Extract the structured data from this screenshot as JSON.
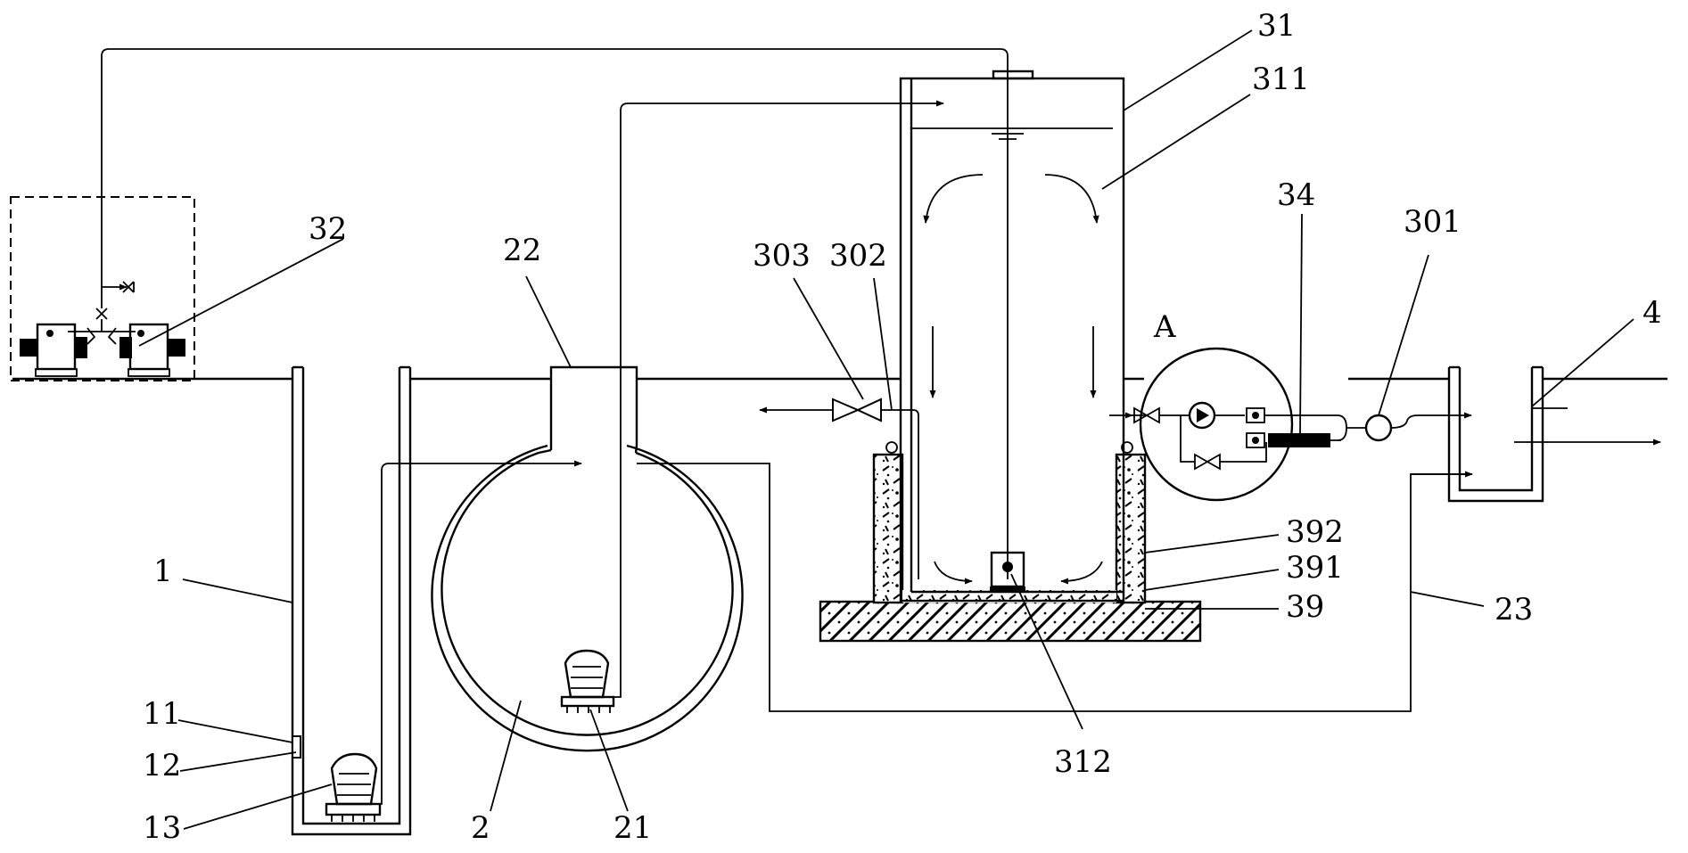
{
  "labels": {
    "l1": "1",
    "l11": "11",
    "l12": "12",
    "l13": "13",
    "l2": "2",
    "l21": "21",
    "l22": "22",
    "l23": "23",
    "l31": "31",
    "l311": "311",
    "l312": "312",
    "l32": "32",
    "l34": "34",
    "l301": "301",
    "l302": "302",
    "l303": "303",
    "l39": "39",
    "l391": "391",
    "l392": "392",
    "l4": "4",
    "lA": "A"
  },
  "colors": {
    "line": "#000000",
    "background": "#ffffff"
  }
}
